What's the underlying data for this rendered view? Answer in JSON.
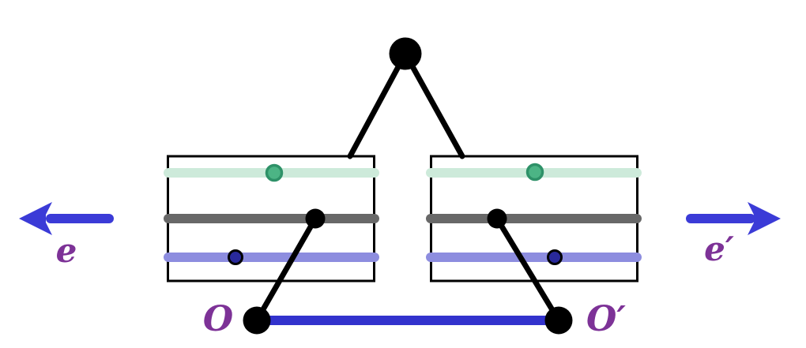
{
  "figure": {
    "labels": {
      "left_axis": "e",
      "right_axis": "e′",
      "left_origin": "O",
      "right_origin": "O′"
    },
    "colors": {
      "background": "#ffffff",
      "black": "#000000",
      "mint_bar": "#cdeada",
      "green_dot_fill": "#4cb485",
      "green_dot_stroke": "#2e9168",
      "gray_bar": "#686868",
      "periwinkle_bar": "#8d8ddf",
      "navy_dot_fill": "#29299b",
      "blue_segment": "#3232cd",
      "arrow_blue": "#3b3bd7",
      "label_purple": "#7d3297"
    }
  }
}
